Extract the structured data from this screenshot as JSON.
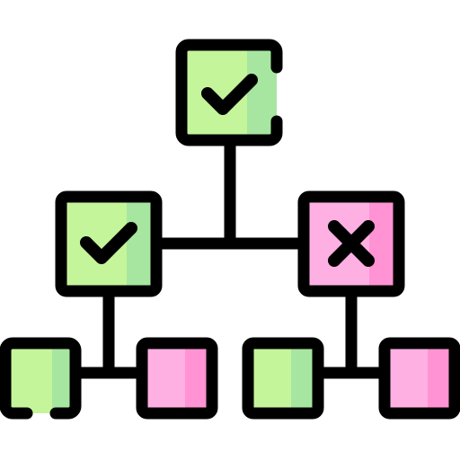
{
  "colors": {
    "stroke": "#000000",
    "green_light": "#c5f59a",
    "green_shade": "#a7e6a0",
    "pink_light": "#ffb0e3",
    "pink_shade": "#ff93d4",
    "background": "#ffffff"
  },
  "nodes": [
    {
      "id": "root",
      "status": "approved",
      "icon": "checkmark-icon",
      "color": "green"
    },
    {
      "id": "mid-left",
      "status": "approved",
      "icon": "checkmark-icon",
      "color": "green"
    },
    {
      "id": "mid-right",
      "status": "rejected",
      "icon": "cross-icon",
      "color": "pink"
    },
    {
      "id": "leaf-1",
      "status": "none",
      "icon": "",
      "color": "green"
    },
    {
      "id": "leaf-2",
      "status": "none",
      "icon": "",
      "color": "pink"
    },
    {
      "id": "leaf-3",
      "status": "none",
      "icon": "",
      "color": "green"
    },
    {
      "id": "leaf-4",
      "status": "none",
      "icon": "",
      "color": "pink"
    }
  ]
}
